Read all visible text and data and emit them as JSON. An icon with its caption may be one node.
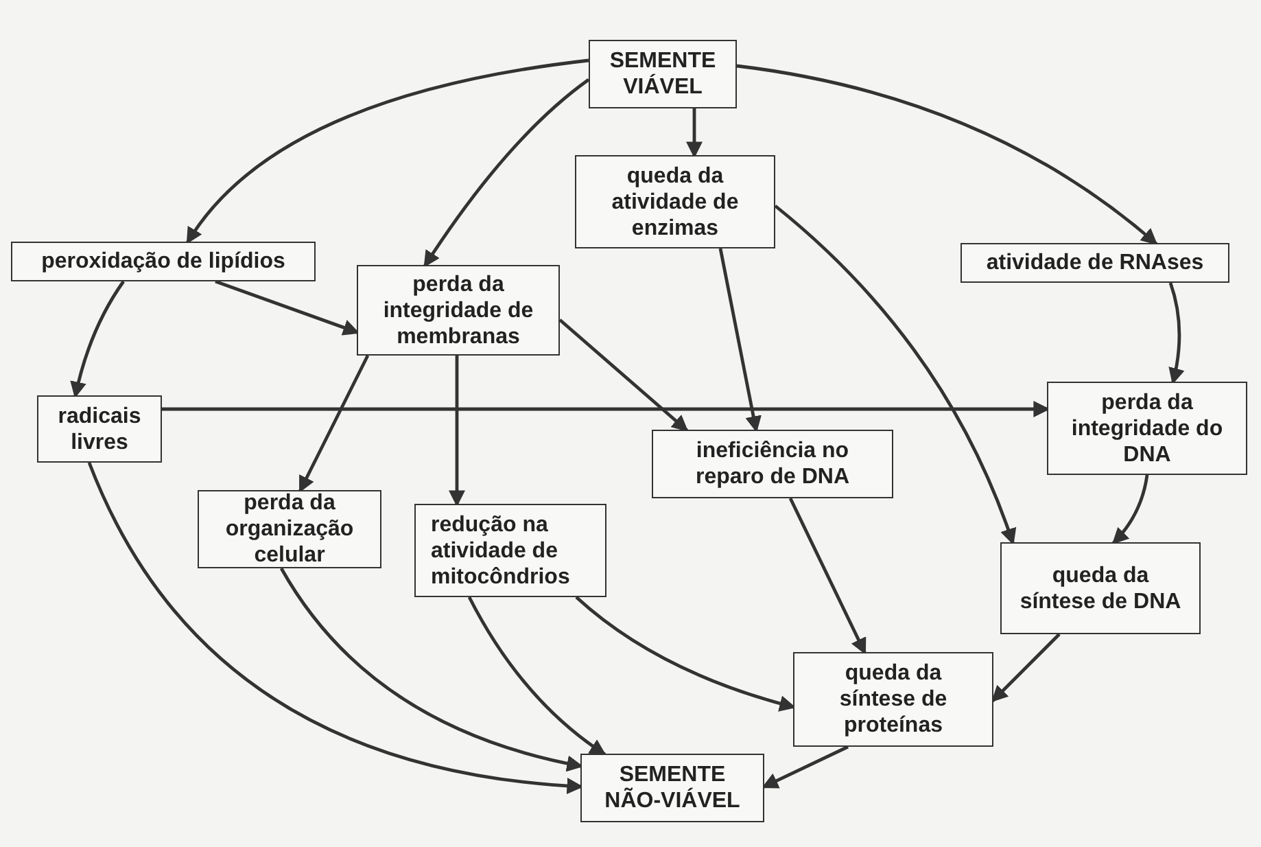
{
  "diagram": {
    "nodes": [
      {
        "text": [
          "SEMENTE VIÁVEL"
        ]
      },
      {
        "text": [
          "peroxidação de lipídios"
        ]
      },
      {
        "text": [
          "perda da integridade de membranas"
        ]
      },
      {
        "text": [
          "queda da atividade de enzimas"
        ]
      },
      {
        "text": [
          "atividade de RNAses"
        ]
      },
      {
        "text": [
          "radicais livres"
        ]
      },
      {
        "text": [
          "perda da organização celular"
        ]
      },
      {
        "text": [
          "ineficiência no reparo de DNA"
        ]
      },
      {
        "text": [
          "perda da integridade do DNA"
        ]
      },
      {
        "text": [
          "redução na atividade de mitocôndrios"
        ]
      },
      {
        "text": [
          "queda da síntese de DNA"
        ]
      },
      {
        "text": [
          "queda da síntese de proteínas"
        ]
      },
      {
        "text": [
          "SEMENTE NÃO-VIÁVEL"
        ]
      }
    ],
    "edges": [
      {
        "from": 0,
        "to": 1,
        "arrow": "to"
      },
      {
        "from": 0,
        "to": 2,
        "arrow": "to"
      },
      {
        "from": 0,
        "to": 3,
        "arrow": "to"
      },
      {
        "from": 0,
        "to": 4,
        "arrow": "to"
      },
      {
        "from": 1,
        "to": 5,
        "arrow": "to"
      },
      {
        "from": 1,
        "to": 2,
        "arrow": "to"
      },
      {
        "from": 5,
        "to": 12,
        "arrow": "to"
      },
      {
        "from": 5,
        "to": 8,
        "arrow": "to"
      },
      {
        "from": 2,
        "to": 6,
        "arrow": "to"
      },
      {
        "from": 2,
        "to": 9,
        "arrow": "to"
      },
      {
        "from": 2,
        "to": 7,
        "arrow": "to"
      },
      {
        "from": 3,
        "to": 7,
        "arrow": "to"
      },
      {
        "from": 3,
        "to": 10,
        "arrow": "to"
      },
      {
        "from": 4,
        "to": 8,
        "arrow": "to"
      },
      {
        "from": 6,
        "to": 12,
        "arrow": "to"
      },
      {
        "from": 9,
        "to": 12,
        "arrow": "to"
      },
      {
        "from": 9,
        "to": 11,
        "arrow": "to"
      },
      {
        "from": 7,
        "to": 11,
        "arrow": "to"
      },
      {
        "from": 8,
        "to": 10,
        "arrow": "to"
      },
      {
        "from": 10,
        "to": 11,
        "arrow": "to"
      },
      {
        "from": 11,
        "to": 12,
        "arrow": "to"
      }
    ]
  }
}
